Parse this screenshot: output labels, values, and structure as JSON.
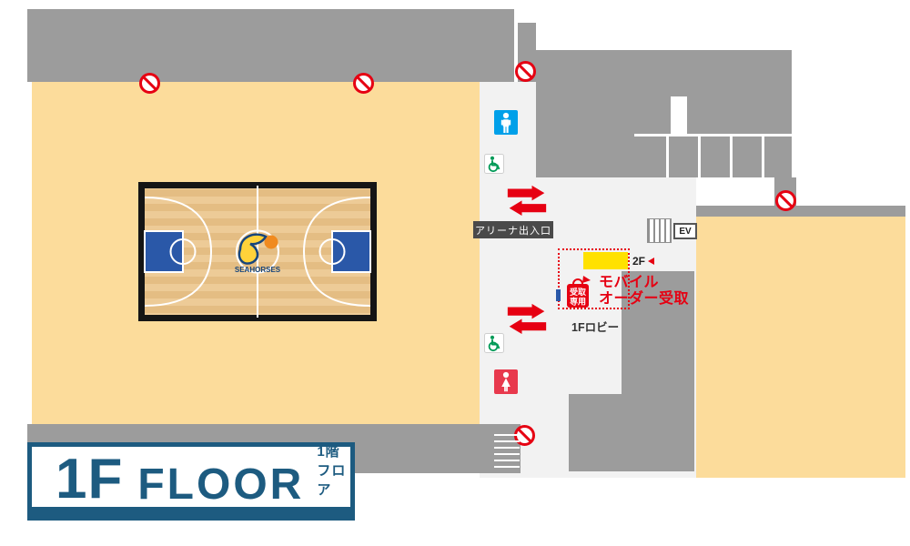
{
  "title_box": {
    "floor": "1F",
    "word": "FLOOR",
    "jp": "1階フロア"
  },
  "labels": {
    "arena_exit": "アリーナ出入口",
    "lobby": "1Fロビー",
    "elevator": "EV",
    "floor2": "2F",
    "mobile_order_line1": "モバイル",
    "mobile_order_line2": "オーダー受取",
    "bag_top": "受取",
    "bag_bottom": "専用",
    "logo_text": "SEAHORSES"
  },
  "icons": {
    "prohibited": "no-entry-icon",
    "mens": "mens-restroom-icon",
    "womens": "womens-restroom-icon",
    "accessible": "wheelchair-icon",
    "arrows": "two-way-entrance-arrows-icon",
    "bag": "pickup-bag-icon",
    "stairs": "stairs-icon",
    "court": "basketball-court"
  },
  "colors": {
    "wall": "#9c9c9c",
    "seating": "#fcdc9b",
    "lobby_bg": "#f2f2f2",
    "accent_red": "#e60012",
    "men_blue": "#00a0e9",
    "women_red": "#e8394d",
    "access_green": "#009a57",
    "navy": "#1d5b80",
    "highlight_yellow": "#ffe100",
    "court_blue": "#2a58a8"
  }
}
